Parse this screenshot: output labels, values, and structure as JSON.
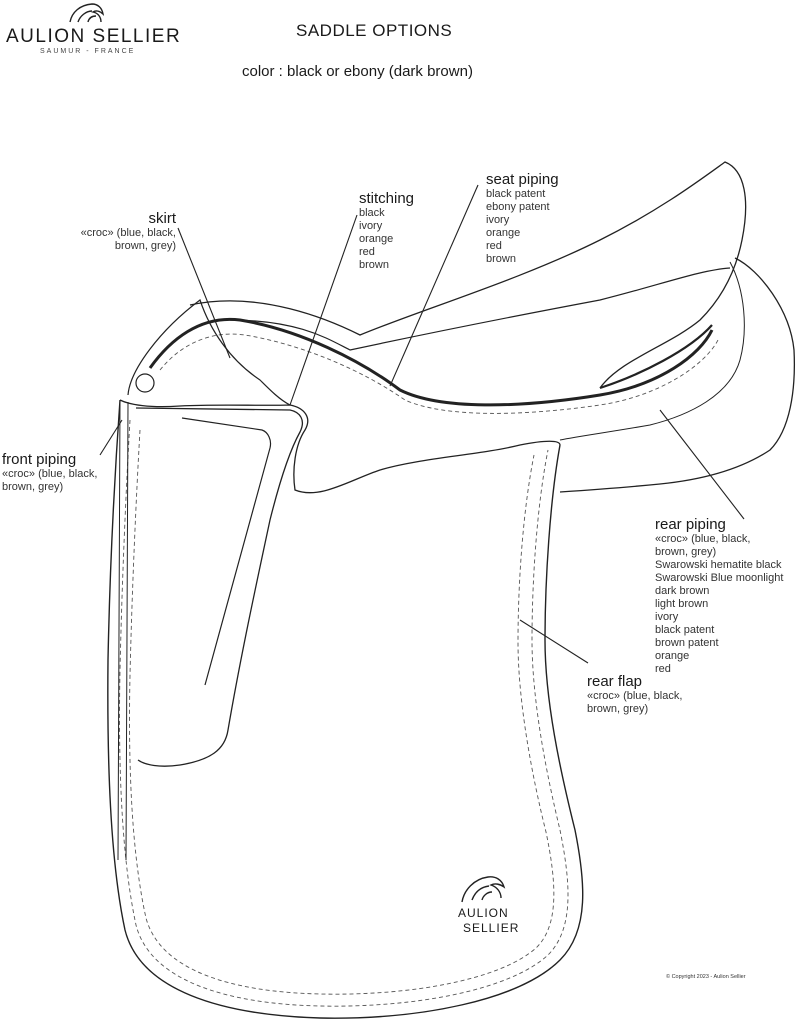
{
  "brand": {
    "wordmark": "AULION SELLIER",
    "location": "SAUMUR - FRANCE",
    "watermark_line1": "AULION",
    "watermark_line2": "SELLIER"
  },
  "header": {
    "title": "SADDLE OPTIONS",
    "subtitle": "color : black or ebony (dark brown)"
  },
  "callouts": {
    "skirt": {
      "label": "skirt",
      "options": [
        "«croc» (blue, black,",
        "brown, grey)"
      ]
    },
    "stitching": {
      "label": "stitching",
      "options": [
        "black",
        "ivory",
        "orange",
        "red",
        "brown"
      ]
    },
    "seat_piping": {
      "label": "seat piping",
      "options": [
        "black patent",
        "ebony patent",
        "ivory",
        "orange",
        "red",
        "brown"
      ]
    },
    "front_piping": {
      "label": "front piping",
      "options": [
        "«croc» (blue, black,",
        "brown, grey)"
      ]
    },
    "rear_piping": {
      "label": "rear piping",
      "options": [
        "«croc» (blue, black,",
        "brown, grey)",
        "Swarowski hematite black",
        "Swarowski Blue moonlight",
        "dark brown",
        "light brown",
        "ivory",
        "black patent",
        "brown patent",
        "orange",
        "red"
      ]
    },
    "rear_flap": {
      "label": "rear flap",
      "options": [
        "«croc» (blue, black,",
        "brown, grey)"
      ]
    }
  },
  "footer": {
    "copyright": "© Copyright 2023 - Aulion Sellier"
  },
  "colors": {
    "ink": "#1a1a1a",
    "line": "#222222",
    "stitch": "#555555"
  }
}
